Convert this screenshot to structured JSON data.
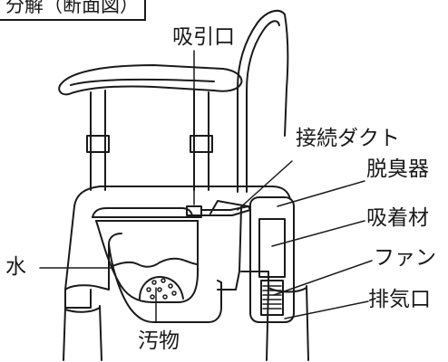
{
  "title": "分解（断面図）",
  "labels": {
    "intake": "吸引口",
    "duct": "接続ダクト",
    "deodorizer": "脱臭器",
    "adsorbent": "吸着材",
    "fan": "ファン",
    "exhaust": "排気口",
    "water": "水",
    "waste": "汚物"
  },
  "colors": {
    "line": "#1a1a1a",
    "background": "#ffffff"
  }
}
